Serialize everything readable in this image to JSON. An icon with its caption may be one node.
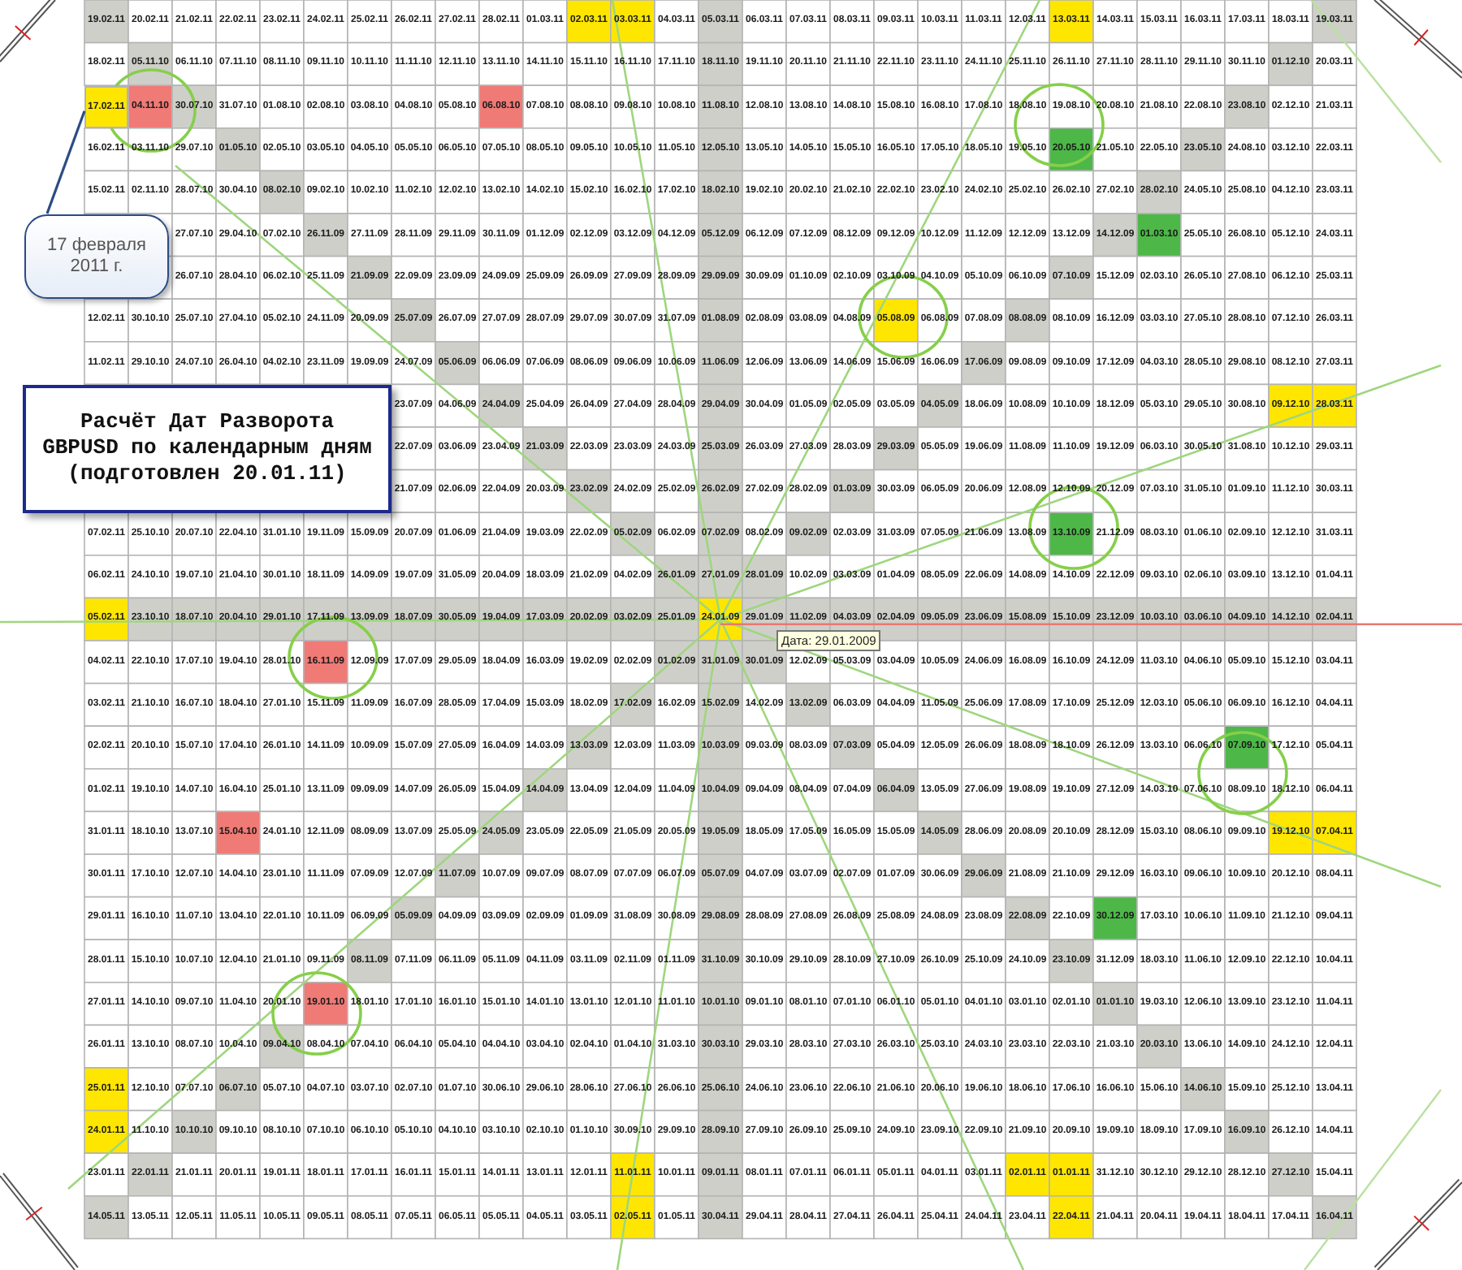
{
  "diagram": {
    "title": "Расчёт Дат Разворота GBPUSD по календарным дням (подготовлен 20.01.11)",
    "nodes": [
      {
        "text": [
          "17 февраля 2011 г."
        ]
      },
      {
        "text": [
          "17.02.11"
        ]
      }
    ],
    "edges": [
      {
        "from": 0,
        "to": 1,
        "arrow": "none"
      }
    ],
    "labels": [
      "19.02.11",
      "20.02.11",
      "21.02.11",
      "22.02.11",
      "23.02.11",
      "24.02.11",
      "25.02.11",
      "26.02.11",
      "27.02.11",
      "28.02.11",
      "01.03.11",
      "02.03.11",
      "03.03.11",
      "04.03.11",
      "05.03.11",
      "06.03.11",
      "07.03.11",
      "08.03.11",
      "09.03.11",
      "10.03.11",
      "11.03.11",
      "12.03.11",
      "13.03.11",
      "14.03.11",
      "15.03.11",
      "16.03.11",
      "17.03.11",
      "18.03.11",
      "19.03.11",
      "18.02.11",
      "05.11.10",
      "06.11.10",
      "07.11.10",
      "08.11.10",
      "09.11.10",
      "10.11.10",
      "11.11.10",
      "12.11.10",
      "13.11.10",
      "14.11.10",
      "15.11.10",
      "16.11.10",
      "17.11.10",
      "18.11.10",
      "19.11.10",
      "20.11.10",
      "21.11.10",
      "22.11.10",
      "23.11.10",
      "24.11.10",
      "25.11.10",
      "26.11.10",
      "27.11.10",
      "28.11.10",
      "29.11.10",
      "30.11.10",
      "01.12.10",
      "20.03.11",
      "04.11.10",
      "30.07.10",
      "31.07.10",
      "01.08.10",
      "02.08.10",
      "03.08.10",
      "04.08.10",
      "05.08.10",
      "06.08.10",
      "07.08.10",
      "08.08.10",
      "09.08.10",
      "10.08.10",
      "11.08.10",
      "12.08.10",
      "13.08.10",
      "14.08.10",
      "15.08.10",
      "16.08.10",
      "17.08.10",
      "18.08.10",
      "19.08.10",
      "20.08.10",
      "21.08.10",
      "22.08.10",
      "23.08.10",
      "02.12.10",
      "21.03.11",
      "16.02.11",
      "03.11.10",
      "29.07.10",
      "01.05.10",
      "02.05.10",
      "03.05.10",
      "04.05.10",
      "05.05.10",
      "06.05.10",
      "07.05.10",
      "08.05.10",
      "09.05.10",
      "10.05.10",
      "11.05.10",
      "12.05.10",
      "13.05.10",
      "14.05.10",
      "15.05.10",
      "16.05.10",
      "17.05.10",
      "18.05.10",
      "19.05.10",
      "20.05.10",
      "21.05.10",
      "22.05.10",
      "23.05.10",
      "24.08.10",
      "03.12.10",
      "22.03.11",
      "15.02.11",
      "02.11.10",
      "28.07.10",
      "30.04.10",
      "08.02.10",
      "09.02.10",
      "10.02.10",
      "11.02.10",
      "12.02.10",
      "13.02.10",
      "14.02.10",
      "15.02.10",
      "16.02.10",
      "17.02.10",
      "18.02.10",
      "19.02.10",
      "20.02.10",
      "21.02.10",
      "22.02.10",
      "23.02.10",
      "24.02.10",
      "25.02.10",
      "26.02.10",
      "27.02.10",
      "28.02.10",
      "24.05.10",
      "25.08.10",
      "04.12.10",
      "23.03.11",
      "27.07.10",
      "29.04.10",
      "07.02.10",
      "26.11.09",
      "27.11.09",
      "28.11.09",
      "29.11.09",
      "30.11.09",
      "01.12.09",
      "02.12.09",
      "03.12.09",
      "04.12.09",
      "05.12.09",
      "06.12.09",
      "07.12.09",
      "08.12.09",
      "09.12.09",
      "10.12.09",
      "11.12.09",
      "12.12.09",
      "13.12.09",
      "14.12.09",
      "01.03.10",
      "25.05.10",
      "26.08.10",
      "05.12.10",
      "24.03.11",
      "26.07.10",
      "28.04.10",
      "06.02.10",
      "25.11.09",
      "21.09.09",
      "22.09.09",
      "23.09.09",
      "24.09.09",
      "25.09.09",
      "26.09.09",
      "27.09.09",
      "28.09.09",
      "29.09.09",
      "30.09.09",
      "01.10.09",
      "02.10.09",
      "03.10.09",
      "04.10.09",
      "05.10.09",
      "06.10.09",
      "07.10.09",
      "15.12.09",
      "02.03.10",
      "26.05.10",
      "27.08.10",
      "06.12.10",
      "25.03.11",
      "12.02.11",
      "30.10.10",
      "25.07.10",
      "27.04.10",
      "05.02.10",
      "24.11.09",
      "20.09.09",
      "25.07.09",
      "26.07.09",
      "27.07.09",
      "28.07.09",
      "29.07.09",
      "30.07.09",
      "31.07.09",
      "01.08.09",
      "02.08.09",
      "03.08.09",
      "04.08.09",
      "05.08.09",
      "06.08.09",
      "07.08.09",
      "08.08.09",
      "08.10.09",
      "16.12.09",
      "03.03.10",
      "27.05.10",
      "28.08.10",
      "07.12.10",
      "26.03.11",
      "11.02.11",
      "29.10.10",
      "24.07.10",
      "26.04.10",
      "04.02.10",
      "23.11.09",
      "19.09.09",
      "24.07.09",
      "05.06.09",
      "06.06.09",
      "07.06.09",
      "08.06.09",
      "09.06.09",
      "10.06.09",
      "11.06.09",
      "12.06.09",
      "13.06.09",
      "14.06.09",
      "15.06.09",
      "16.06.09",
      "17.06.09",
      "09.08.09",
      "09.10.09",
      "17.12.09",
      "04.03.10",
      "28.05.10",
      "29.08.10",
      "08.12.10",
      "27.03.11",
      "23.07.09",
      "04.06.09",
      "24.04.09",
      "25.04.09",
      "26.04.09",
      "27.04.09",
      "28.04.09",
      "29.04.09",
      "30.04.09",
      "01.05.09",
      "02.05.09",
      "03.05.09",
      "04.05.09",
      "18.06.09",
      "10.08.09",
      "10.10.09",
      "18.12.09",
      "05.03.10",
      "29.05.10",
      "30.08.10",
      "09.12.10",
      "28.03.11",
      "22.07.09",
      "03.06.09",
      "23.04.09",
      "21.03.09",
      "22.03.09",
      "23.03.09",
      "24.03.09",
      "25.03.09",
      "26.03.09",
      "27.03.09",
      "28.03.09",
      "29.03.09",
      "05.05.09",
      "19.06.09",
      "11.08.09",
      "11.10.09",
      "19.12.09",
      "06.03.10",
      "30.05.10",
      "31.08.10",
      "10.12.10",
      "29.03.11",
      "21.07.09",
      "02.06.09",
      "22.04.09",
      "20.03.09",
      "23.02.09",
      "24.02.09",
      "25.02.09",
      "26.02.09",
      "27.02.09",
      "28.02.09",
      "01.03.09",
      "30.03.09",
      "06.05.09",
      "20.06.09",
      "12.08.09",
      "12.10.09",
      "20.12.09",
      "07.03.10",
      "31.05.10",
      "01.09.10",
      "11.12.10",
      "30.03.11",
      "07.02.11",
      "25.10.10",
      "20.07.10",
      "22.04.10",
      "31.01.10",
      "19.11.09",
      "15.09.09",
      "20.07.09",
      "01.06.09",
      "21.04.09",
      "19.03.09",
      "22.02.09",
      "05.02.09",
      "06.02.09",
      "07.02.09",
      "08.02.09",
      "09.02.09",
      "02.03.09",
      "31.03.09",
      "07.05.09",
      "21.06.09",
      "13.08.09",
      "13.10.09",
      "21.12.09",
      "08.03.10",
      "01.06.10",
      "02.09.10",
      "12.12.10",
      "31.03.11",
      "06.02.11",
      "24.10.10",
      "19.07.10",
      "21.04.10",
      "30.01.10",
      "18.11.09",
      "14.09.09",
      "19.07.09",
      "31.05.09",
      "20.04.09",
      "18.03.09",
      "21.02.09",
      "04.02.09",
      "26.01.09",
      "27.01.09",
      "28.01.09",
      "10.02.09",
      "03.03.09",
      "01.04.09",
      "08.05.09",
      "22.06.09",
      "14.08.09",
      "14.10.09",
      "22.12.09",
      "09.03.10",
      "02.06.10",
      "03.09.10",
      "13.12.10",
      "01.04.11",
      "05.02.11",
      "23.10.10",
      "18.07.10",
      "20.04.10",
      "29.01.10",
      "17.11.09",
      "13.09.09",
      "18.07.09",
      "30.05.09",
      "19.04.09",
      "17.03.09",
      "20.02.09",
      "03.02.09",
      "25.01.09",
      "24.01.09",
      "29.01.09",
      "11.02.09",
      "04.03.09",
      "02.04.09",
      "09.05.09",
      "23.06.09",
      "15.08.09",
      "15.10.09",
      "23.12.09",
      "10.03.10",
      "03.06.10",
      "04.09.10",
      "14.12.10",
      "02.04.11",
      "04.02.11",
      "22.10.10",
      "17.07.10",
      "19.04.10",
      "28.01.10",
      "16.11.09",
      "12.09.09",
      "17.07.09",
      "29.05.09",
      "18.04.09",
      "16.03.09",
      "19.02.09",
      "02.02.09",
      "01.02.09",
      "31.01.09",
      "30.01.09",
      "12.02.09",
      "05.03.09",
      "03.04.09",
      "10.05.09",
      "24.06.09",
      "16.08.09",
      "16.10.09",
      "24.12.09",
      "11.03.10",
      "04.06.10",
      "05.09.10",
      "15.12.10",
      "03.04.11",
      "03.02.11",
      "21.10.10",
      "16.07.10",
      "18.04.10",
      "27.01.10",
      "15.11.09",
      "11.09.09",
      "16.07.09",
      "28.05.09",
      "17.04.09",
      "15.03.09",
      "18.02.09",
      "17.02.09",
      "16.02.09",
      "15.02.09",
      "14.02.09",
      "13.02.09",
      "06.03.09",
      "04.04.09",
      "11.05.09",
      "25.06.09",
      "17.08.09",
      "17.10.09",
      "25.12.09",
      "12.03.10",
      "05.06.10",
      "06.09.10",
      "16.12.10",
      "04.04.11",
      "02.02.11",
      "20.10.10",
      "15.07.10",
      "17.04.10",
      "26.01.10",
      "14.11.09",
      "10.09.09",
      "15.07.09",
      "27.05.09",
      "16.04.09",
      "14.03.09",
      "13.03.09",
      "12.03.09",
      "11.03.09",
      "10.03.09",
      "09.03.09",
      "08.03.09",
      "07.03.09",
      "05.04.09",
      "12.05.09",
      "26.06.09",
      "18.08.09",
      "18.10.09",
      "26.12.09",
      "13.03.10",
      "06.06.10",
      "07.09.10",
      "17.12.10",
      "05.04.11",
      "01.02.11",
      "19.10.10",
      "14.07.10",
      "16.04.10",
      "25.01.10",
      "13.11.09",
      "09.09.09",
      "14.07.09",
      "26.05.09",
      "15.04.09",
      "14.04.09",
      "13.04.09",
      "12.04.09",
      "11.04.09",
      "10.04.09",
      "09.04.09",
      "08.04.09",
      "07.04.09",
      "06.04.09",
      "13.05.09",
      "27.06.09",
      "19.08.09",
      "19.10.09",
      "27.12.09",
      "14.03.10",
      "07.06.10",
      "08.09.10",
      "18.12.10",
      "06.04.11",
      "31.01.11",
      "18.10.10",
      "13.07.10",
      "15.04.10",
      "24.01.10",
      "12.11.09",
      "08.09.09",
      "13.07.09",
      "25.05.09",
      "24.05.09",
      "23.05.09",
      "22.05.09",
      "21.05.09",
      "20.05.09",
      "19.05.09",
      "18.05.09",
      "17.05.09",
      "16.05.09",
      "15.05.09",
      "14.05.09",
      "28.06.09",
      "20.08.09",
      "20.10.09",
      "28.12.09",
      "15.03.10",
      "08.06.10",
      "09.09.10",
      "19.12.10",
      "07.04.11",
      "30.01.11",
      "17.10.10",
      "12.07.10",
      "14.04.10",
      "23.01.10",
      "11.11.09",
      "07.09.09",
      "12.07.09",
      "11.07.09",
      "10.07.09",
      "09.07.09",
      "08.07.09",
      "07.07.09",
      "06.07.09",
      "05.07.09",
      "04.07.09",
      "03.07.09",
      "02.07.09",
      "01.07.09",
      "30.06.09",
      "29.06.09",
      "21.08.09",
      "21.10.09",
      "29.12.09",
      "16.03.10",
      "09.06.10",
      "10.09.10",
      "20.12.10",
      "08.04.11",
      "29.01.11",
      "16.10.10",
      "11.07.10",
      "13.04.10",
      "22.01.10",
      "10.11.09",
      "06.09.09",
      "05.09.09",
      "04.09.09",
      "03.09.09",
      "02.09.09",
      "01.09.09",
      "31.08.09",
      "30.08.09",
      "29.08.09",
      "28.08.09",
      "27.08.09",
      "26.08.09",
      "25.08.09",
      "24.08.09",
      "23.08.09",
      "22.08.09",
      "22.10.09",
      "30.12.09",
      "17.03.10",
      "10.06.10",
      "11.09.10",
      "21.12.10",
      "09.04.11",
      "28.01.11",
      "15.10.10",
      "10.07.10",
      "12.04.10",
      "21.01.10",
      "09.11.09",
      "08.11.09",
      "07.11.09",
      "06.11.09",
      "05.11.09",
      "04.11.09",
      "03.11.09",
      "02.11.09",
      "01.11.09",
      "31.10.09",
      "30.10.09",
      "29.10.09",
      "28.10.09",
      "27.10.09",
      "26.10.09",
      "25.10.09",
      "24.10.09",
      "23.10.09",
      "31.12.09",
      "18.03.10",
      "11.06.10",
      "12.09.10",
      "22.12.10",
      "10.04.11",
      "27.01.11",
      "14.10.10",
      "09.07.10",
      "11.04.10",
      "20.01.10",
      "19.01.10",
      "18.01.10",
      "17.01.10",
      "16.01.10",
      "15.01.10",
      "14.01.10",
      "13.01.10",
      "12.01.10",
      "11.01.10",
      "10.01.10",
      "09.01.10",
      "08.01.10",
      "07.01.10",
      "06.01.10",
      "05.01.10",
      "04.01.10",
      "03.01.10",
      "02.01.10",
      "01.01.10",
      "19.03.10",
      "12.06.10",
      "13.09.10",
      "23.12.10",
      "11.04.11",
      "26.01.11",
      "13.10.10",
      "08.07.10",
      "10.04.10",
      "09.04.10",
      "08.04.10",
      "07.04.10",
      "06.04.10",
      "05.04.10",
      "04.04.10",
      "03.04.10",
      "02.04.10",
      "01.04.10",
      "31.03.10",
      "30.03.10",
      "29.03.10",
      "28.03.10",
      "27.03.10",
      "26.03.10",
      "25.03.10",
      "24.03.10",
      "23.03.10",
      "22.03.10",
      "21.03.10",
      "20.03.10",
      "13.06.10",
      "14.09.10",
      "24.12.10",
      "12.04.11",
      "25.01.11",
      "12.10.10",
      "07.07.10",
      "06.07.10",
      "05.07.10",
      "04.07.10",
      "03.07.10",
      "02.07.10",
      "01.07.10",
      "30.06.10",
      "29.06.10",
      "28.06.10",
      "27.06.10",
      "26.06.10",
      "25.06.10",
      "24.06.10",
      "23.06.10",
      "22.06.10",
      "21.06.10",
      "20.06.10",
      "19.06.10",
      "18.06.10",
      "17.06.10",
      "16.06.10",
      "15.06.10",
      "14.06.10",
      "15.09.10",
      "25.12.10",
      "13.04.11",
      "24.01.11",
      "11.10.10",
      "10.10.10",
      "09.10.10",
      "08.10.10",
      "07.10.10",
      "06.10.10",
      "05.10.10",
      "04.10.10",
      "03.10.10",
      "02.10.10",
      "01.10.10",
      "30.09.10",
      "29.09.10",
      "28.09.10",
      "27.09.10",
      "26.09.10",
      "25.09.10",
      "24.09.10",
      "23.09.10",
      "22.09.10",
      "21.09.10",
      "20.09.10",
      "19.09.10",
      "18.09.10",
      "17.09.10",
      "16.09.10",
      "26.12.10",
      "14.04.11",
      "23.01.11",
      "22.01.11",
      "21.01.11",
      "20.01.11",
      "19.01.11",
      "18.01.11",
      "17.01.11",
      "16.01.11",
      "15.01.11",
      "14.01.11",
      "13.01.11",
      "12.01.11",
      "11.01.11",
      "10.01.11",
      "09.01.11",
      "08.01.11",
      "07.01.11",
      "06.01.11",
      "05.01.11",
      "04.01.11",
      "03.01.11",
      "02.01.11",
      "01.01.11",
      "31.12.10",
      "30.12.10",
      "29.12.10",
      "28.12.10",
      "27.12.10",
      "15.04.11",
      "14.05.11",
      "13.05.11",
      "12.05.11",
      "11.05.11",
      "10.05.11",
      "09.05.11",
      "08.05.11",
      "07.05.11",
      "06.05.11",
      "05.05.11",
      "04.05.11",
      "03.05.11",
      "02.05.11",
      "01.05.11",
      "30.04.11",
      "29.04.11",
      "28.04.11",
      "27.04.11",
      "26.04.11",
      "25.04.11",
      "24.04.11",
      "23.04.11",
      "22.04.11",
      "21.04.11",
      "20.04.11",
      "19.04.11",
      "18.04.11",
      "17.04.11",
      "16.04.11",
      "Дата: 29.01.2009"
    ]
  }
}
